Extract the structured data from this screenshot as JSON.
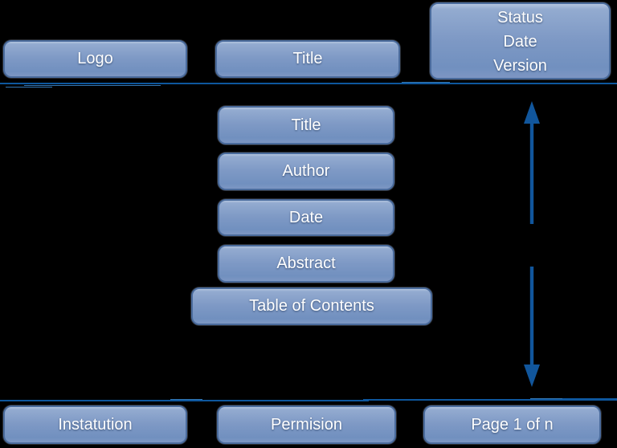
{
  "colors": {
    "background": "#000000",
    "box_border": "#4a6b9c",
    "box_gradient_top": "#b2c4df",
    "box_gradient_mid": "#7e99c5",
    "box_gradient_bottom": "#7d96c3",
    "rule_line": "#0e579e",
    "arrow": "#11569c",
    "label_text": "#ffffff"
  },
  "icons": {
    "vertical_double_arrow": "double-headed-vertical-extent-arrow"
  },
  "top_row": {
    "logo_label": "Logo",
    "title_label": "Title",
    "status_lines": [
      "Status",
      "Date",
      "Version"
    ]
  },
  "front_matter": {
    "title_label": "Title",
    "author_label": "Author",
    "date_label": "Date",
    "abstract_label": "Abstract",
    "toc_label": "Table of Contents"
  },
  "bottom_row": {
    "institution_label": "Instatution",
    "permission_label": "Permision",
    "page_label": "Page 1 of n"
  }
}
